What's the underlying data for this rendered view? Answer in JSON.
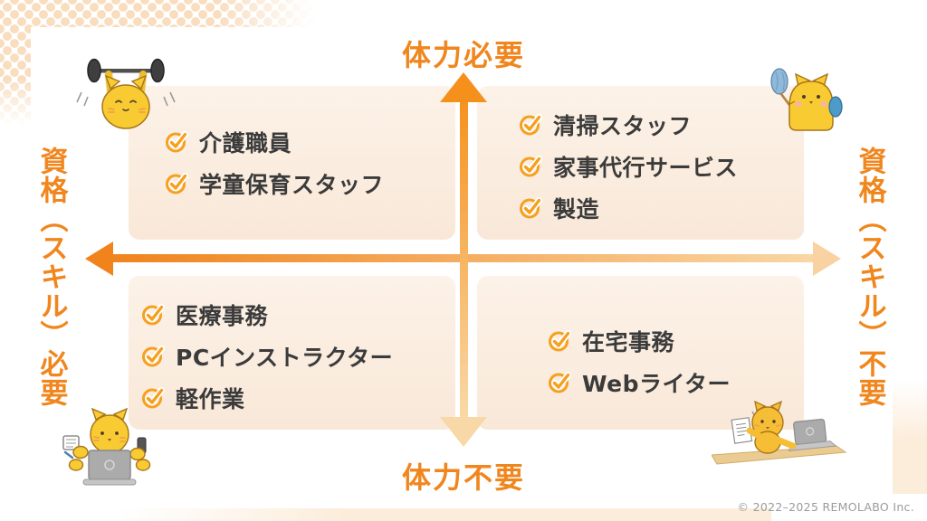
{
  "axis_labels": {
    "top": "体力必要",
    "bottom": "体力不要",
    "left": "資格（スキル）必要",
    "right": "資格（スキル）不要"
  },
  "quadrants": {
    "top_left": {
      "items": [
        "介護職員",
        "学童保育スタッフ"
      ]
    },
    "top_right": {
      "items": [
        "清掃スタッフ",
        "家事代行サービス",
        "製造"
      ]
    },
    "bottom_left": {
      "items": [
        "医療事務",
        "PCインストラクター",
        "軽作業"
      ]
    },
    "bottom_right": {
      "items": [
        "在宅事務",
        "Webライター"
      ]
    }
  },
  "icons": {
    "list_marker": "check-circle-icon"
  },
  "mascots": {
    "top_left": "weightlifting-cat",
    "top_right": "cleaning-cat",
    "bottom_left": "multitasking-cat",
    "bottom_right": "typing-cat"
  },
  "footer": {
    "copyright": "© 2022–2025 REMOLABO Inc."
  },
  "colors": {
    "accent_orange": "#F0861D",
    "check_orange": "#F5A01F",
    "axis_strong": "#F0831C",
    "axis_pale": "#F8D2A0",
    "panel_bg": "#FBEEE2",
    "item_text": "#3B3B3B",
    "dot_pattern": "#F8DDBF",
    "corner_strip": "#FCEDDB",
    "copyright_gray": "#9B9B9B"
  }
}
